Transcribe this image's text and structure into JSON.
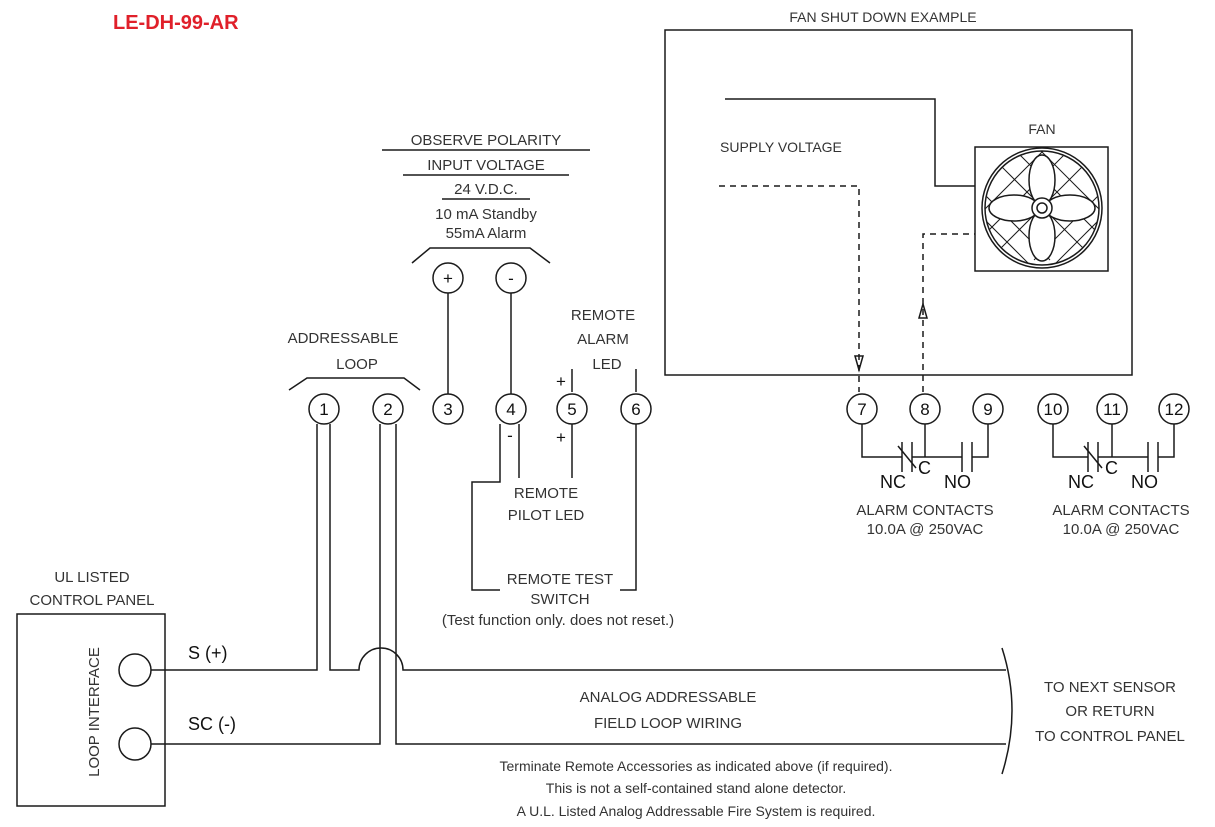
{
  "title": "LE-DH-99-AR",
  "colors": {
    "title": "#e0202a",
    "line": "#1a1a1a",
    "text": "#333333"
  },
  "fan_example": {
    "heading": "FAN SHUT DOWN EXAMPLE",
    "supply_voltage": "SUPPLY VOLTAGE",
    "fan_label": "FAN"
  },
  "power": {
    "observe_polarity": "OBSERVE POLARITY",
    "input_voltage": "INPUT VOLTAGE",
    "voltage": "24 V.D.C.",
    "standby": "10 mA Standby",
    "alarm": "55mA Alarm",
    "plus": "+",
    "minus": "-"
  },
  "addressable_loop": {
    "line1": "ADDRESSABLE",
    "line2": "LOOP"
  },
  "remote_alarm_led": {
    "line1": "REMOTE",
    "line2": "ALARM",
    "line3": "LED"
  },
  "remote_pilot_led": {
    "line1": "REMOTE",
    "line2": "PILOT LED"
  },
  "remote_test_switch": {
    "line1": "REMOTE TEST",
    "line2": "SWITCH",
    "note": "(Test function only.  does not reset.)"
  },
  "polarity_marks": {
    "t5_top": "+",
    "t5_bottom": "+",
    "t4_bottom": "-"
  },
  "terminals": [
    "1",
    "2",
    "3",
    "4",
    "5",
    "6",
    "7",
    "8",
    "9",
    "10",
    "11",
    "12"
  ],
  "contacts": {
    "nc": "NC",
    "c": "C",
    "no": "NO",
    "group1": {
      "line1": "ALARM CONTACTS",
      "line2": "10.0A @ 250VAC"
    },
    "group2": {
      "line1": "ALARM CONTACTS",
      "line2": "10.0A @ 250VAC"
    }
  },
  "control_panel": {
    "line1": "UL LISTED",
    "line2": "CONTROL PANEL",
    "interface": "LOOP INTERFACE",
    "s_plus": "S (+)",
    "sc_minus": "SC (-)"
  },
  "field_wiring": {
    "line1": "ANALOG ADDRESSABLE",
    "line2": "FIELD LOOP WIRING"
  },
  "next_sensor": {
    "line1": "TO NEXT SENSOR",
    "line2": "OR RETURN",
    "line3": "TO CONTROL PANEL"
  },
  "notes": [
    "Terminate Remote Accessories as indicated above (if required).",
    "This is not a self-contained stand alone detector.",
    "A U.L. Listed Analog Addressable Fire System is required."
  ]
}
